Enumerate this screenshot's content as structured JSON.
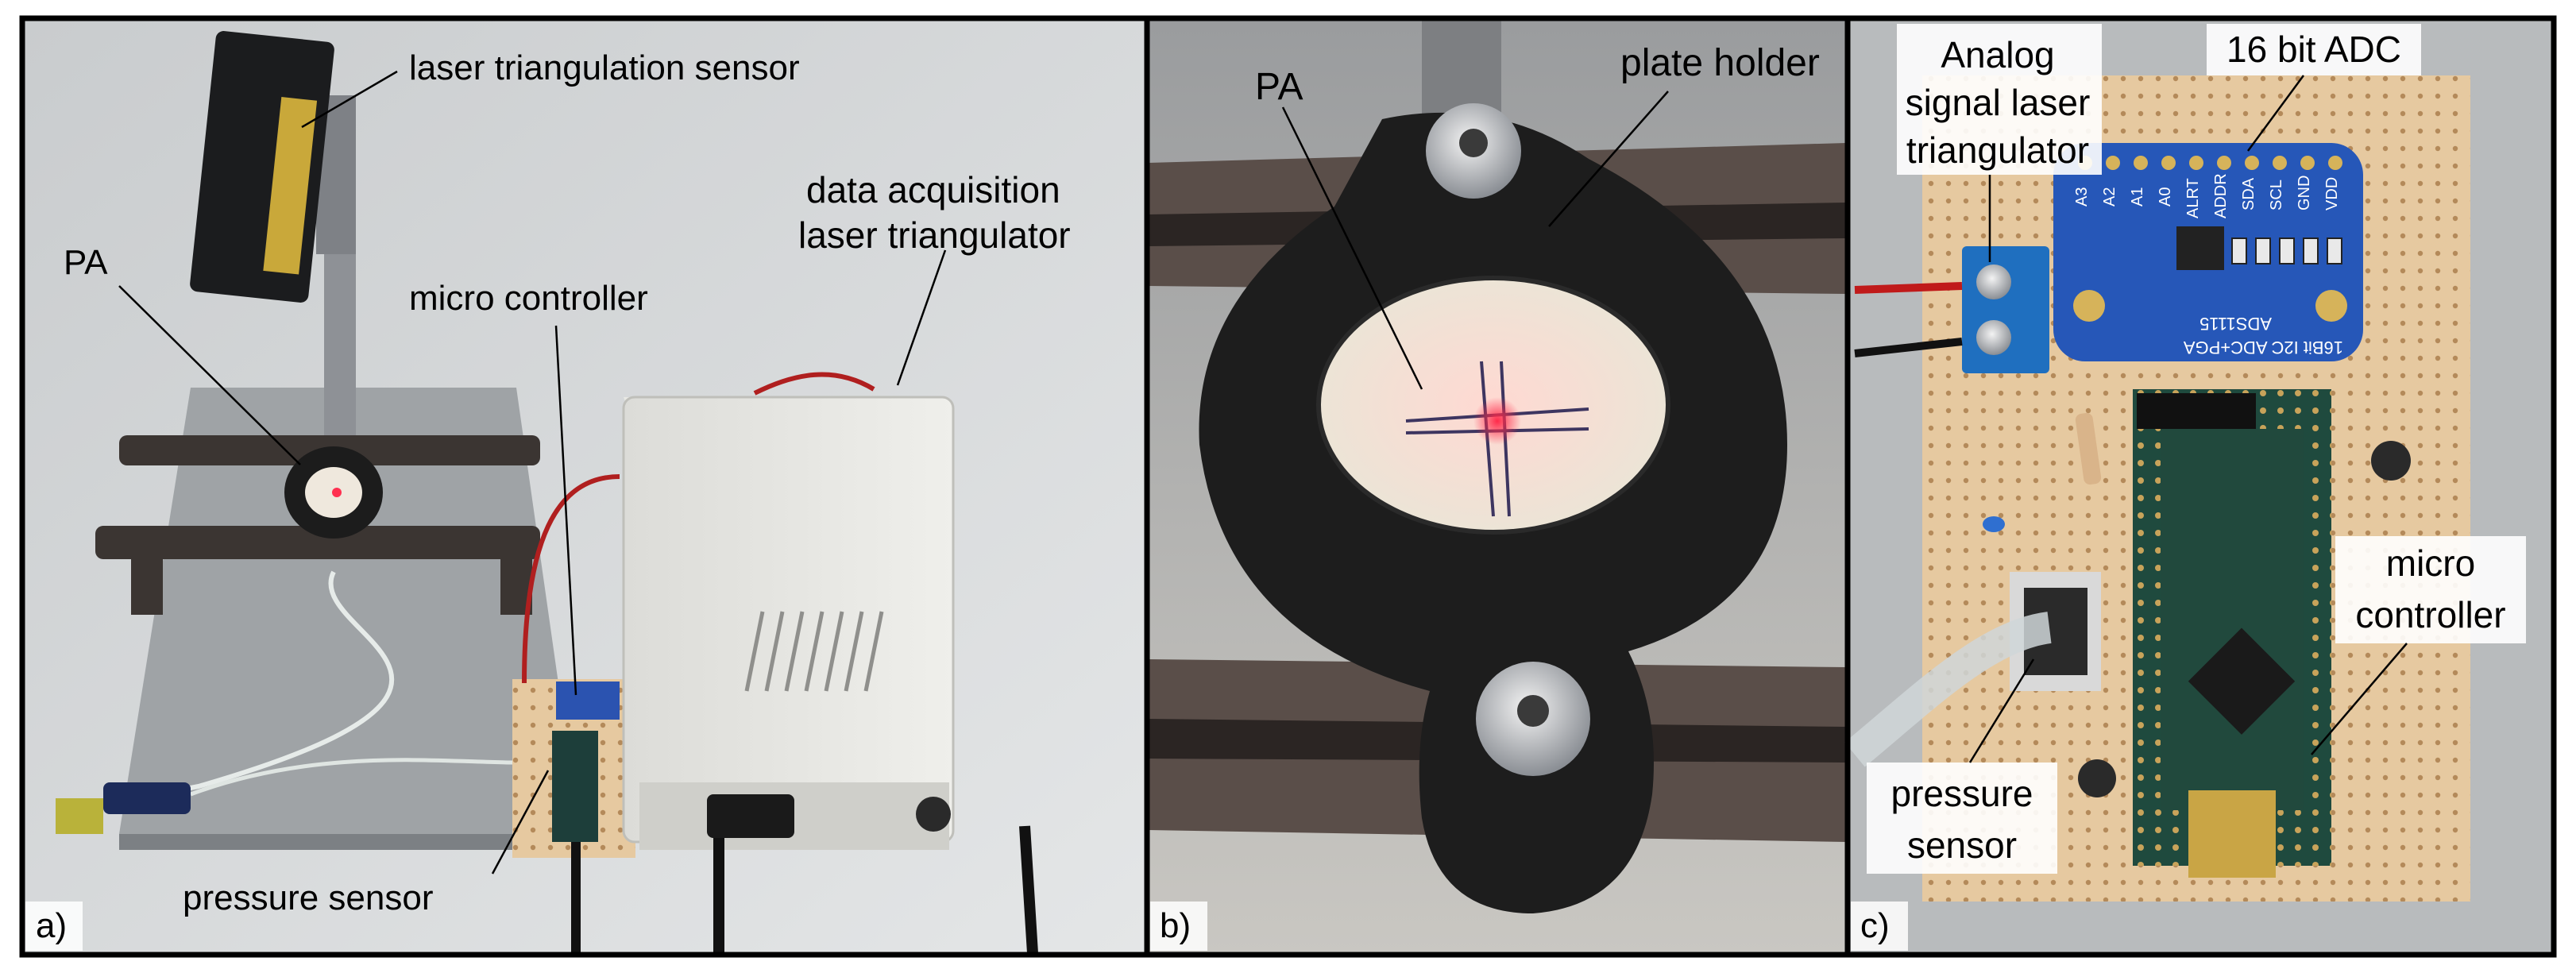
{
  "panels": [
    {
      "letter": "a)",
      "labels": {
        "laser_sensor": "laser triangulation sensor",
        "pa": "PA",
        "micro_controller": "micro controller",
        "daq_line1": "data acquisition",
        "daq_line2": "laser triangulator",
        "pressure_sensor": "pressure sensor"
      }
    },
    {
      "letter": "b)",
      "labels": {
        "pa": "PA",
        "plate_holder": "plate holder"
      }
    },
    {
      "letter": "c)",
      "labels": {
        "analog_line1": "Analog",
        "analog_line2": "signal laser",
        "analog_line3": "triangulator",
        "adc": "16 bit ADC",
        "mc_line1": "micro",
        "mc_line2": "controller",
        "ps_line1": "pressure",
        "ps_line2": "sensor"
      },
      "board_print": {
        "pins": [
          "VDD",
          "GND",
          "SCL",
          "SDA",
          "ADDR",
          "ALRT",
          "A0",
          "A1",
          "A2",
          "A3"
        ],
        "chip_line1": "16Bit I2C ADC+PGA",
        "chip_line2": "ADS1115"
      }
    }
  ]
}
